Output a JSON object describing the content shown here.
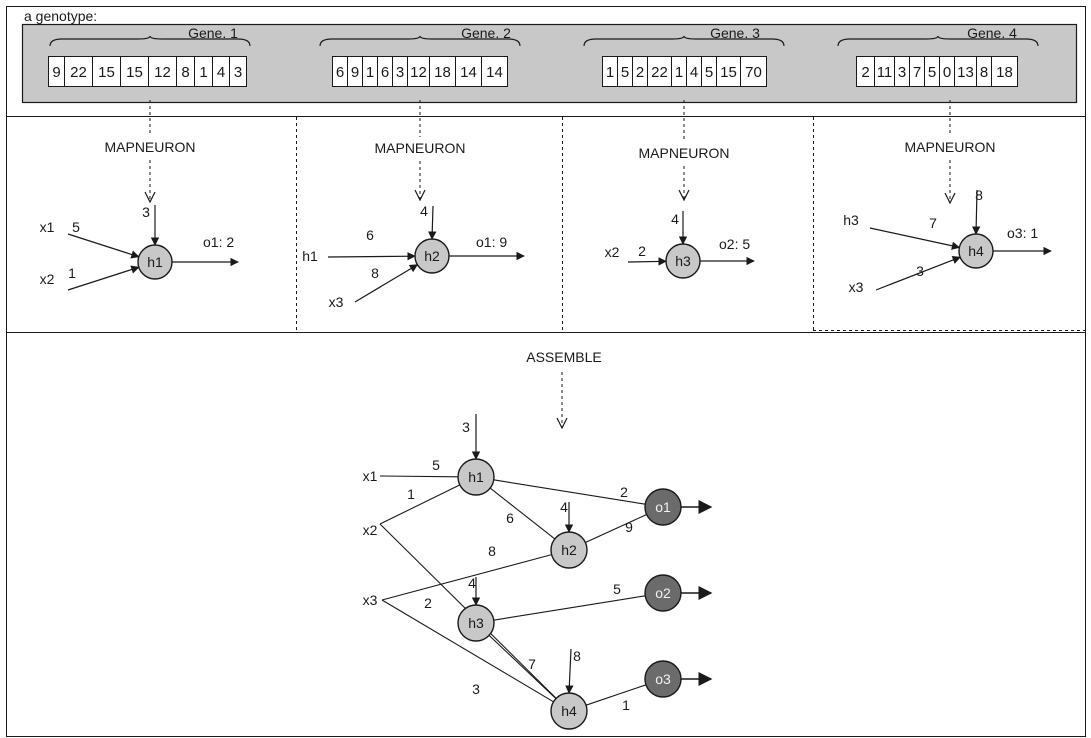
{
  "title": "a genotype:",
  "colors": {
    "genotype_bg": "#c8c8c8",
    "hidden_node": "#c8c8c8",
    "output_node": "#6b6b6b",
    "line": "#1a1a1a"
  },
  "genes": [
    {
      "label": "Gene. 1",
      "values": [
        "9",
        "22",
        "15",
        "15",
        "12",
        "8",
        "1",
        "4",
        "3"
      ]
    },
    {
      "label": "Gene. 2",
      "values": [
        "6",
        "9",
        "1",
        "6",
        "3",
        "12",
        "18",
        "14",
        "14"
      ]
    },
    {
      "label": "Gene. 3",
      "values": [
        "1",
        "5",
        "2",
        "22",
        "1",
        "4",
        "5",
        "15",
        "70"
      ]
    },
    {
      "label": "Gene. 4",
      "values": [
        "2",
        "11",
        "3",
        "7",
        "5",
        "0",
        "13",
        "8",
        "18"
      ]
    }
  ],
  "map_label": "MAPNEURON",
  "assemble_label": "ASSEMBLE",
  "neurons": [
    {
      "node": "h1",
      "bias": "3",
      "output": "o1: 2",
      "inputs": [
        {
          "name": "x1",
          "weight": "5"
        },
        {
          "name": "x2",
          "weight": "1"
        }
      ]
    },
    {
      "node": "h2",
      "bias": "4",
      "output": "o1: 9",
      "inputs": [
        {
          "name": "h1",
          "weight": "6"
        },
        {
          "name": "x3",
          "weight": "8"
        }
      ]
    },
    {
      "node": "h3",
      "bias": "4",
      "output": "o2: 5",
      "inputs": [
        {
          "name": "x2",
          "weight": "2"
        }
      ]
    },
    {
      "node": "h4",
      "bias": "8",
      "output": "o3: 1",
      "inputs": [
        {
          "name": "h3",
          "weight": "7"
        },
        {
          "name": "x3",
          "weight": "3"
        }
      ]
    }
  ],
  "network": {
    "inputs": [
      "x1",
      "x2",
      "x3"
    ],
    "hidden": [
      "h1",
      "h2",
      "h3",
      "h4"
    ],
    "outputs": [
      "o1",
      "o2",
      "o3"
    ],
    "biases": [
      {
        "to": "h1",
        "value": "3"
      },
      {
        "to": "h2",
        "value": "4"
      },
      {
        "to": "h3",
        "value": "4"
      },
      {
        "to": "h4",
        "value": "8"
      }
    ],
    "edges": [
      {
        "from": "x1",
        "to": "h1",
        "weight": "5"
      },
      {
        "from": "x2",
        "to": "h1",
        "weight": "1"
      },
      {
        "from": "h1",
        "to": "h2",
        "weight": "6"
      },
      {
        "from": "h1",
        "to": "o1",
        "weight": "2"
      },
      {
        "from": "h2",
        "to": "o1",
        "weight": "9"
      },
      {
        "from": "x3",
        "to": "h2",
        "weight": "8"
      },
      {
        "from": "x2",
        "to": "h4",
        "weight": "2"
      },
      {
        "from": "x3",
        "to": "h4",
        "weight": "3"
      },
      {
        "from": "h3",
        "to": "o2",
        "weight": "5"
      },
      {
        "from": "h3",
        "to": "h4",
        "weight": "7"
      },
      {
        "from": "h4",
        "to": "o3",
        "weight": "1"
      }
    ]
  }
}
